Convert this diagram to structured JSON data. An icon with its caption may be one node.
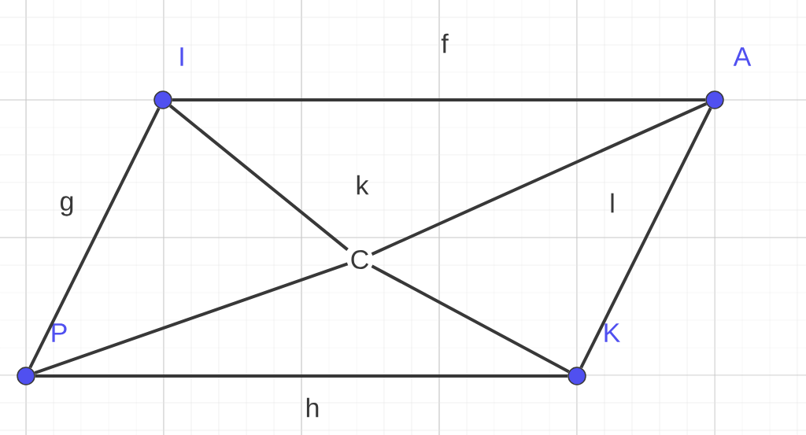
{
  "diagram": {
    "nodes": [
      {
        "text": [
          "I"
        ]
      },
      {
        "text": [
          "A"
        ]
      },
      {
        "text": [
          "C"
        ]
      },
      {
        "text": [
          "P"
        ]
      },
      {
        "text": [
          "K"
        ]
      }
    ],
    "edges": [
      {
        "from": 0,
        "to": 1,
        "arrow": "none",
        "label": "f"
      },
      {
        "from": 0,
        "to": 3,
        "arrow": "none",
        "label": "g"
      },
      {
        "from": 3,
        "to": 4,
        "arrow": "none",
        "label": "h"
      },
      {
        "from": 1,
        "to": 4,
        "arrow": "none",
        "label": "l"
      },
      {
        "from": 0,
        "to": 2,
        "arrow": "none"
      },
      {
        "from": 2,
        "to": 4,
        "arrow": "none"
      },
      {
        "from": 3,
        "to": 2,
        "arrow": "none"
      },
      {
        "from": 2,
        "to": 1,
        "arrow": "none"
      }
    ],
    "labels": [
      "k"
    ]
  }
}
